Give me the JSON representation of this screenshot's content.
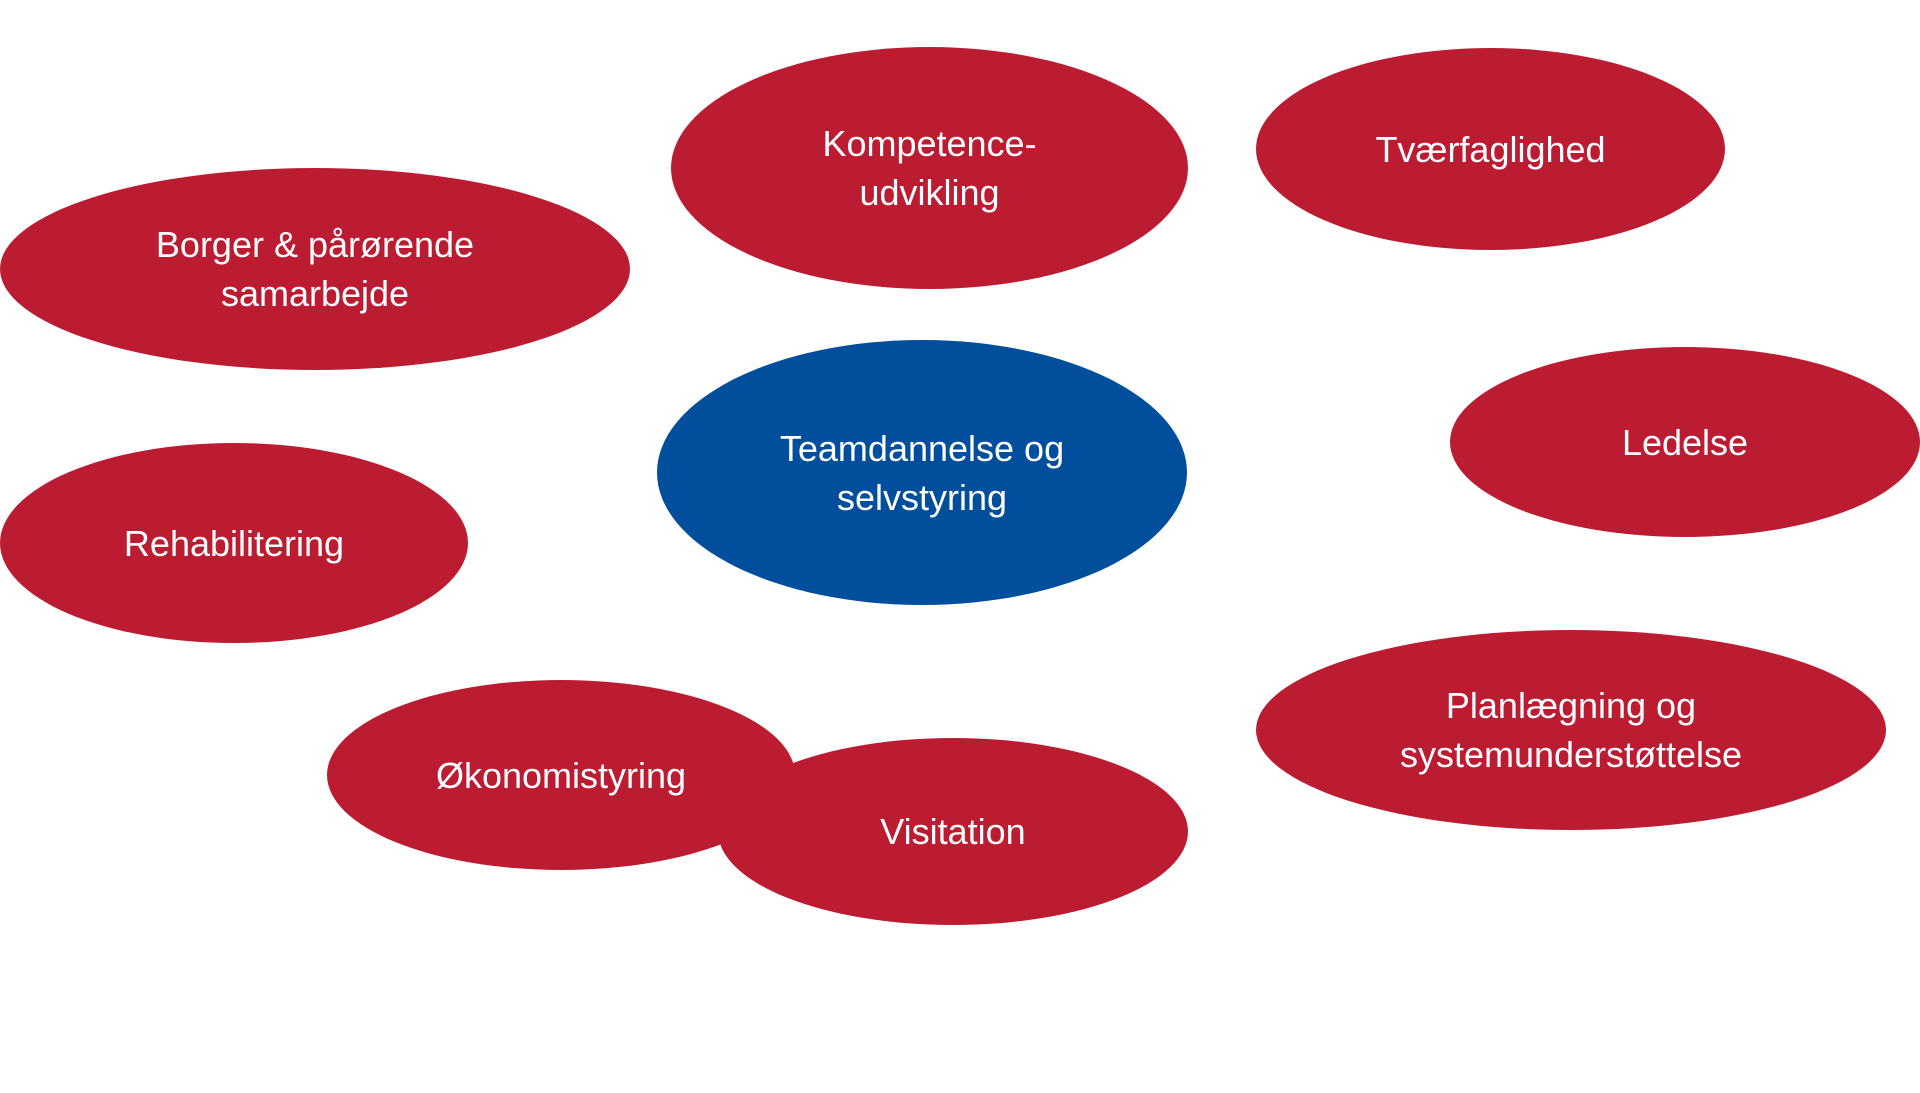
{
  "diagram": {
    "center": {
      "label": "Teamdannelse og\nselvstyring",
      "color": "#014f9c"
    },
    "nodes": [
      {
        "id": "borger",
        "label": "Borger & pårørende\nsamarbejde",
        "color": "#bb1c31"
      },
      {
        "id": "kompetence",
        "label": "Kompetence-\nudvikling",
        "color": "#bb1c31"
      },
      {
        "id": "tvaerfaglighed",
        "label": "Tværfaglighed",
        "color": "#bb1c31"
      },
      {
        "id": "ledelse",
        "label": "Ledelse",
        "color": "#bb1c31"
      },
      {
        "id": "rehabilitering",
        "label": "Rehabilitering",
        "color": "#bb1c31"
      },
      {
        "id": "planlaegning",
        "label": "Planlægning og\nsystemunderstøttelse",
        "color": "#bb1c31"
      },
      {
        "id": "okonomistyring",
        "label": "Økonomistyring",
        "color": "#bb1c31"
      },
      {
        "id": "visitation",
        "label": "Visitation",
        "color": "#bb1c31"
      }
    ]
  }
}
